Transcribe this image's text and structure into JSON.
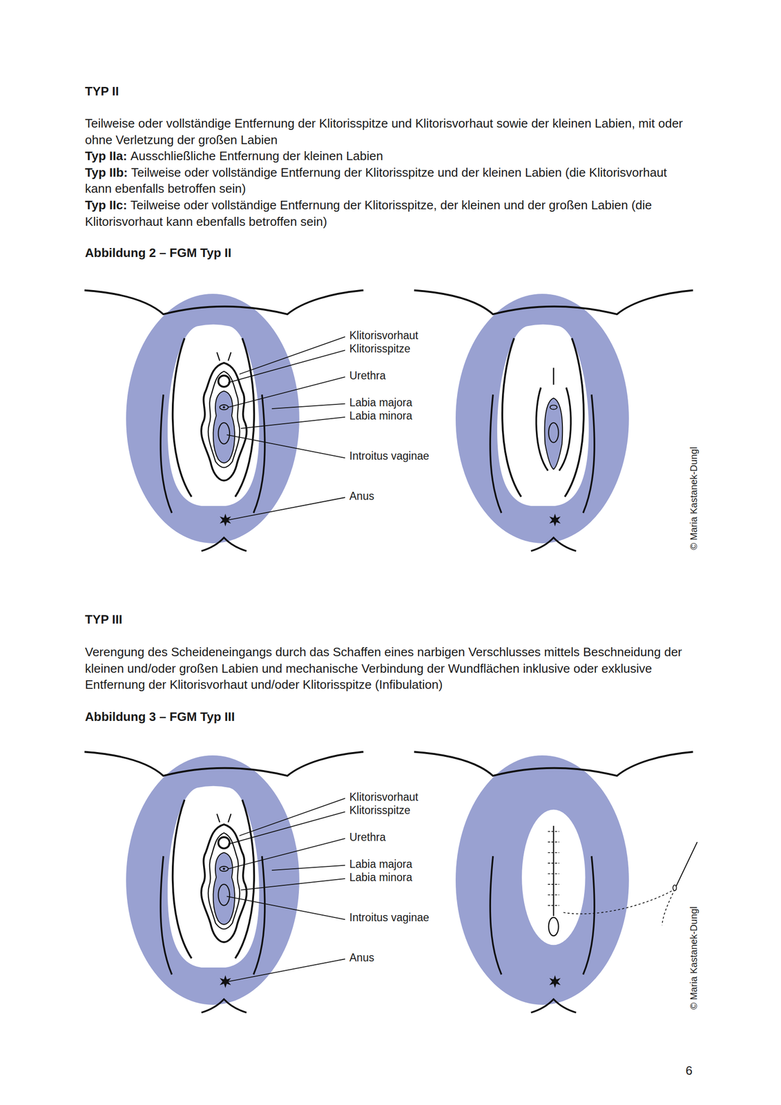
{
  "diagram": {
    "labels": [
      "TYP II",
      "Teilweise oder vollständige Entfernung der Klitorisspitze und Klitorisvorhaut sowie der kleinen Labien, mit oder ohne Verletzung der großen Labien",
      "Typ IIa:",
      "Ausschließliche Entfernung der kleinen Labien",
      "Typ IIb:",
      "Teilweise oder vollständige Entfernung der Klitorisspitze und der kleinen Labien (die Klitorisvorhaut kann ebenfalls betroffen sein)",
      "Typ IIc:",
      "Teilweise oder vollständige Entfernung der Klitorisspitze, der kleinen und der großen Labien (die Klitorisvorhaut kann ebenfalls betroffen sein)",
      "Abbildung 2 – FGM Typ II",
      "Klitorisvorhaut",
      "Klitorisspitze",
      "Urethra",
      "Labia majora",
      "Labia minora",
      "Introitus vaginae",
      "Anus",
      "© Maria Kastanek-Dungl",
      "TYP III",
      "Verengung des Scheideneingangs durch das Schaffen eines narbigen Verschlusses mittels Beschneidung der kleinen und/oder großen Labien und mechanische Verbindung der Wundflächen inklusive oder exklusive Entfernung der Klitorisvorhaut und/oder Klitorisspitze (Infibulation)",
      "Abbildung 3 – FGM Typ III",
      "Klitorisvorhaut",
      "Klitorisspitze",
      "Urethra",
      "Labia majora",
      "Labia minora",
      "Introitus vaginae",
      "Anus",
      "© Maria Kastanek-Dungl",
      "6"
    ]
  }
}
